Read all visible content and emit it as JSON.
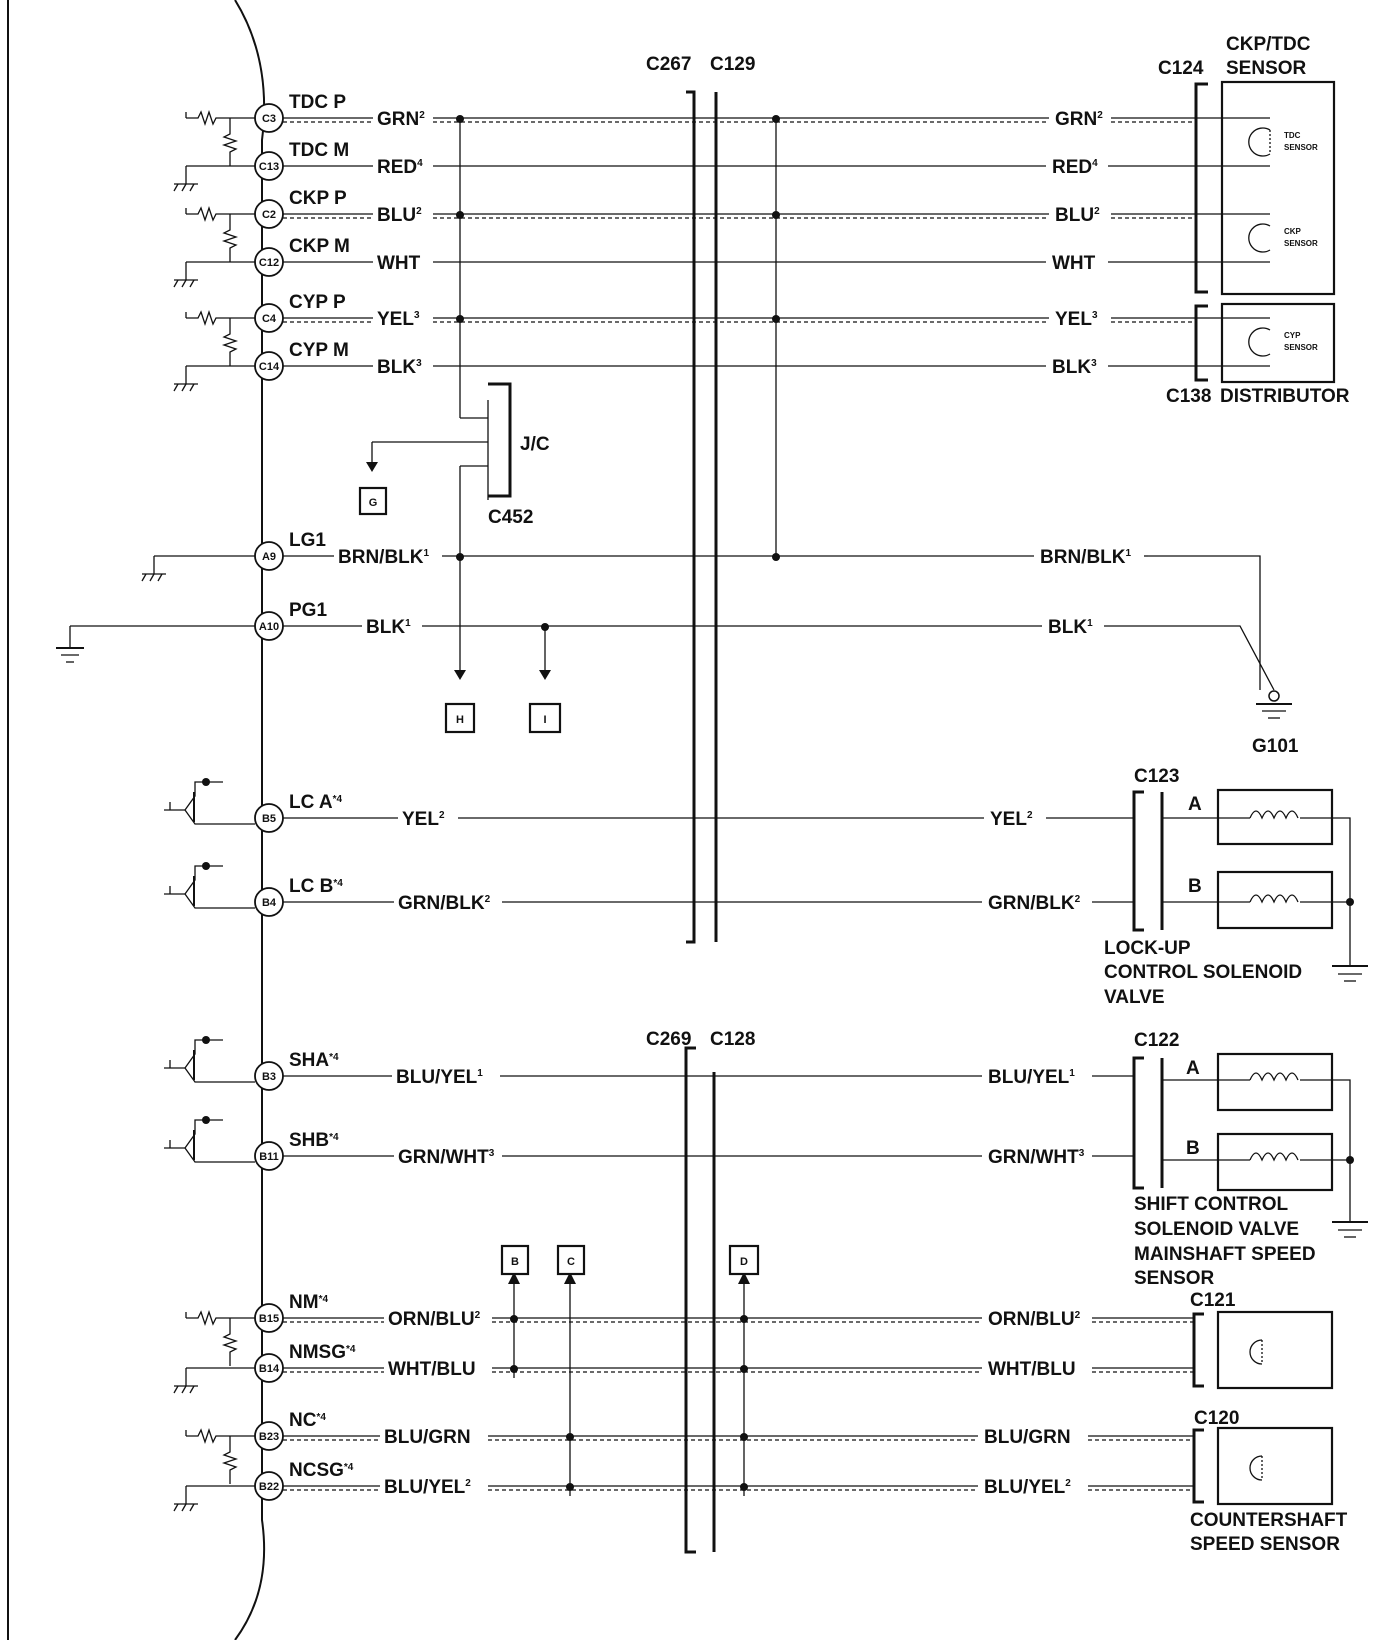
{
  "pins": [
    {
      "code": "C3",
      "name": "TDC P",
      "wire": "GRN",
      "sup": "2"
    },
    {
      "code": "C13",
      "name": "TDC M",
      "wire": "RED",
      "sup": "4"
    },
    {
      "code": "C2",
      "name": "CKP P",
      "wire": "BLU",
      "sup": "2"
    },
    {
      "code": "C12",
      "name": "CKP M",
      "wire": "WHT",
      "sup": ""
    },
    {
      "code": "C4",
      "name": "CYP P",
      "wire": "YEL",
      "sup": "3"
    },
    {
      "code": "C14",
      "name": "CYP M",
      "wire": "BLK",
      "sup": "3"
    },
    {
      "code": "A9",
      "name": "LG1",
      "wire": "BRN/BLK",
      "sup": "1"
    },
    {
      "code": "A10",
      "name": "PG1",
      "wire": "BLK",
      "sup": "1"
    },
    {
      "code": "B5",
      "name": "LC A*4",
      "wire": "YEL",
      "sup": "2"
    },
    {
      "code": "B4",
      "name": "LC B*4",
      "wire": "GRN/BLK",
      "sup": "2"
    },
    {
      "code": "B3",
      "name": "SHA*4",
      "wire": "BLU/YEL",
      "sup": "1"
    },
    {
      "code": "B11",
      "name": "SHB*4",
      "wire": "GRN/WHT",
      "sup": "3"
    },
    {
      "code": "B15",
      "name": "NM*4",
      "wire": "ORN/BLU",
      "sup": "2"
    },
    {
      "code": "B14",
      "name": "NMSG*4",
      "wire": "WHT/BLU",
      "sup": ""
    },
    {
      "code": "B23",
      "name": "NC*4",
      "wire": "BLU/GRN",
      "sup": ""
    },
    {
      "code": "B22",
      "name": "NCSG*4",
      "wire": "BLU/YEL",
      "sup": "2"
    }
  ],
  "connectors": {
    "c267": "C267",
    "c129": "C129",
    "c269": "C269",
    "c128": "C128",
    "c124": "C124",
    "c138": "C138",
    "c123": "C123",
    "c122": "C122",
    "c121": "C121",
    "c120": "C120",
    "c452": "C452",
    "jc": "J/C"
  },
  "components": {
    "ckp_tdc_line1": "CKP/TDC",
    "ckp_tdc_line2": "SENSOR",
    "tdc_inner1": "TDC",
    "tdc_inner2": "SENSOR",
    "ckp_inner1": "CKP",
    "ckp_inner2": "SENSOR",
    "cyp_inner1": "CYP",
    "cyp_inner2": "SENSOR",
    "distributor": "DISTRIBUTOR",
    "ground_g101": "G101",
    "lockup_1": "LOCK-UP",
    "lockup_2": "CONTROL SOLENOID",
    "lockup_3": "VALVE",
    "shift_1": "SHIFT CONTROL",
    "shift_2": "SOLENOID VALVE",
    "mainshaft_1": "MAINSHAFT SPEED",
    "mainshaft_2": "SENSOR",
    "counter_1": "COUNTERSHAFT",
    "counter_2": "SPEED SENSOR",
    "valve_a": "A",
    "valve_b": "B"
  },
  "refs": {
    "g": "G",
    "h": "H",
    "i": "I",
    "b": "B",
    "c": "C",
    "d": "D"
  }
}
